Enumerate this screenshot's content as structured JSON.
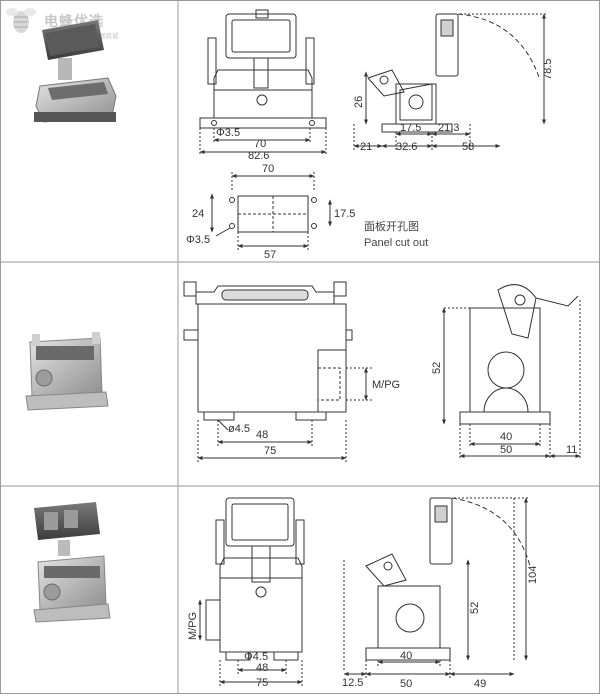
{
  "watermark": {
    "brand": "电蜂优选",
    "tagline": "连接器商城"
  },
  "row1": {
    "front": {
      "dim_hole": "Φ3.5",
      "dim_width": "70",
      "dim_overall": "82.6"
    },
    "side": {
      "dim_height": "78.5",
      "dim_lever": "26",
      "dim_a": "17.5",
      "dim_b": "21.3",
      "dim_c": "21",
      "dim_d": "32.6",
      "dim_e": "58"
    },
    "cutout": {
      "dim_top": "70",
      "dim_left": "24",
      "dim_right": "17.5",
      "dim_hole": "Φ3.5",
      "dim_bottom": "57",
      "caption_cn": "面板开孔图",
      "caption_en": "Panel cut out"
    }
  },
  "row2": {
    "front": {
      "dim_thread": "M/PG",
      "dim_hole": "ø4.5",
      "dim_inner": "48",
      "dim_overall": "75"
    },
    "side": {
      "dim_height": "52",
      "dim_base": "40",
      "dim_overall": "50",
      "dim_right": "11"
    }
  },
  "row3": {
    "front": {
      "dim_thread": "M/PG",
      "dim_hole": "Φ4.5",
      "dim_inner": "48",
      "dim_overall": "75"
    },
    "side": {
      "dim_height": "104",
      "dim_mid": "52",
      "dim_base": "40",
      "dim_overall": "50",
      "dim_right": "49",
      "dim_left": "12.5"
    }
  }
}
